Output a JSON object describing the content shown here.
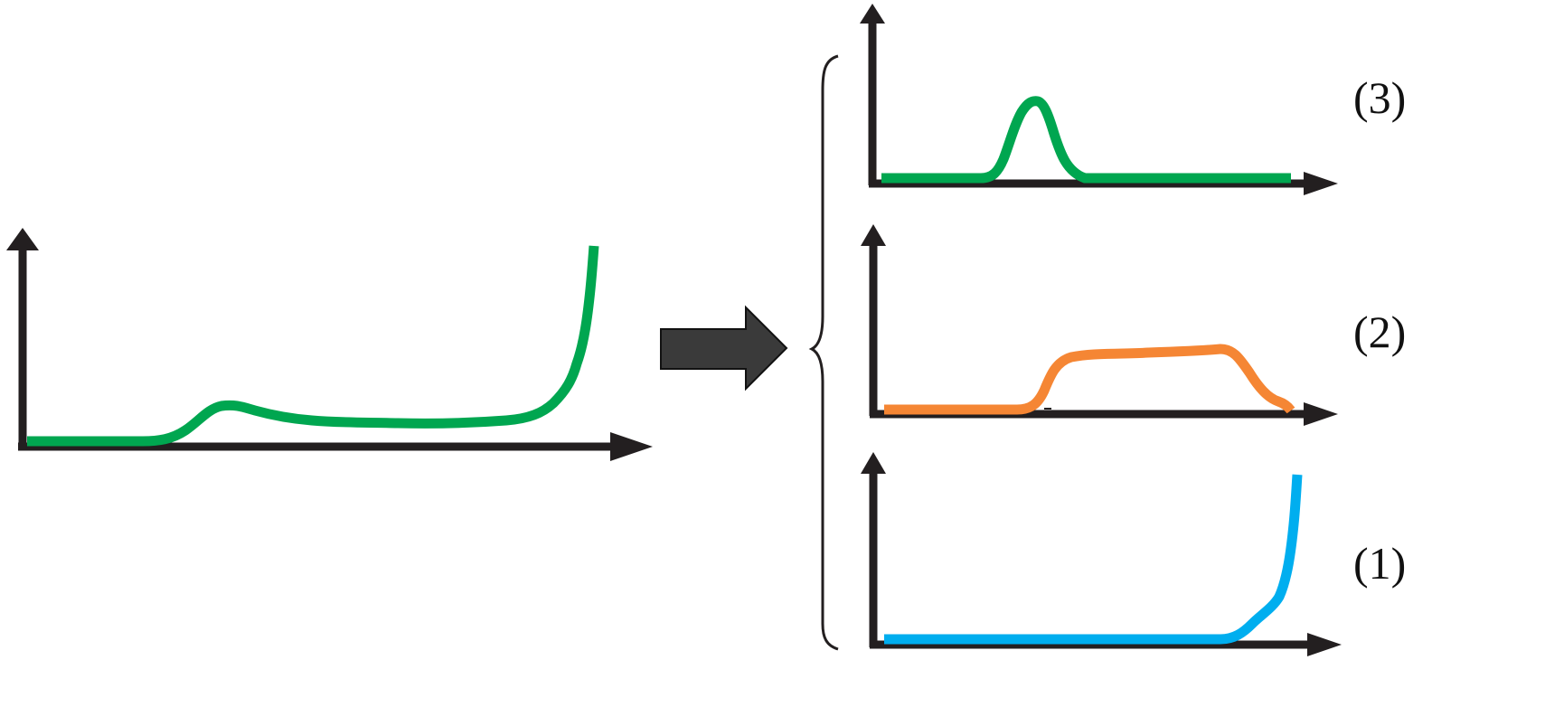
{
  "figure": {
    "labels": {
      "panel_top": "(3)",
      "panel_middle": "(2)",
      "panel_bottom": "(1)"
    }
  },
  "colors": {
    "axis": "#231f20",
    "arrow": "#3a3a3a",
    "green_curve": "#00a650",
    "orange_curve": "#f58634",
    "blue_curve": "#00aeef",
    "brace": "#231f20"
  },
  "icons": {
    "transform_arrow": "right-arrow-icon",
    "brace": "left-curly-brace"
  }
}
